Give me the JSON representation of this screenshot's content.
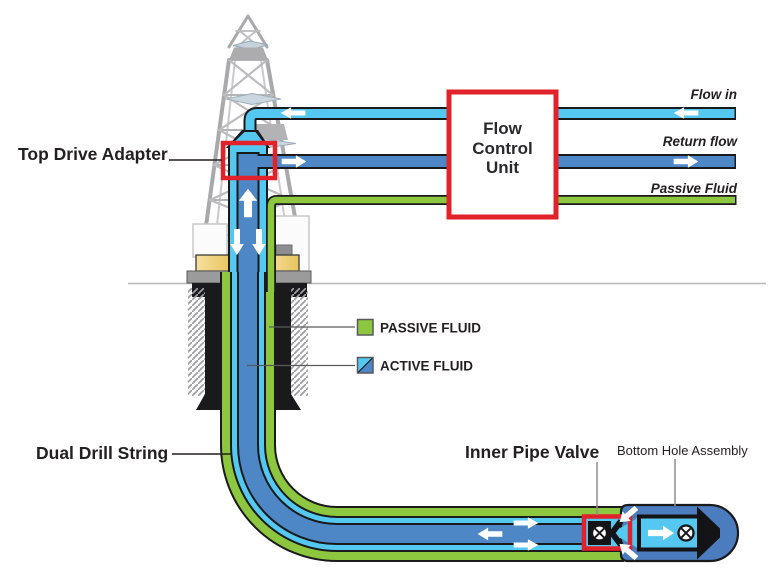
{
  "diagram": {
    "callouts": {
      "top_drive_adapter": "Top Drive Adapter",
      "dual_drill_string": "Dual Drill String",
      "inner_pipe_valve": "Inner Pipe Valve",
      "bottom_hole_assembly": "Bottom Hole Assembly"
    },
    "flow_labels": {
      "flow_in": "Flow in",
      "return_flow": "Return flow",
      "passive_fluid": "Passive Fluid"
    },
    "flow_control_unit": {
      "lines": [
        "Flow",
        "Control",
        "Unit"
      ]
    },
    "legend": {
      "items": [
        {
          "label": "PASSIVE FLUID",
          "color": "#8DC63F"
        },
        {
          "label": "ACTIVE FLUID",
          "colors": [
            "#54C8F0",
            "#4E87C6"
          ]
        }
      ]
    },
    "colors": {
      "passive_green": "#8DC63F",
      "active_light_blue": "#54C8F0",
      "return_blue": "#4E87C6",
      "accent_red": "#E2222A",
      "outline_black": "#1A1A1C"
    }
  }
}
